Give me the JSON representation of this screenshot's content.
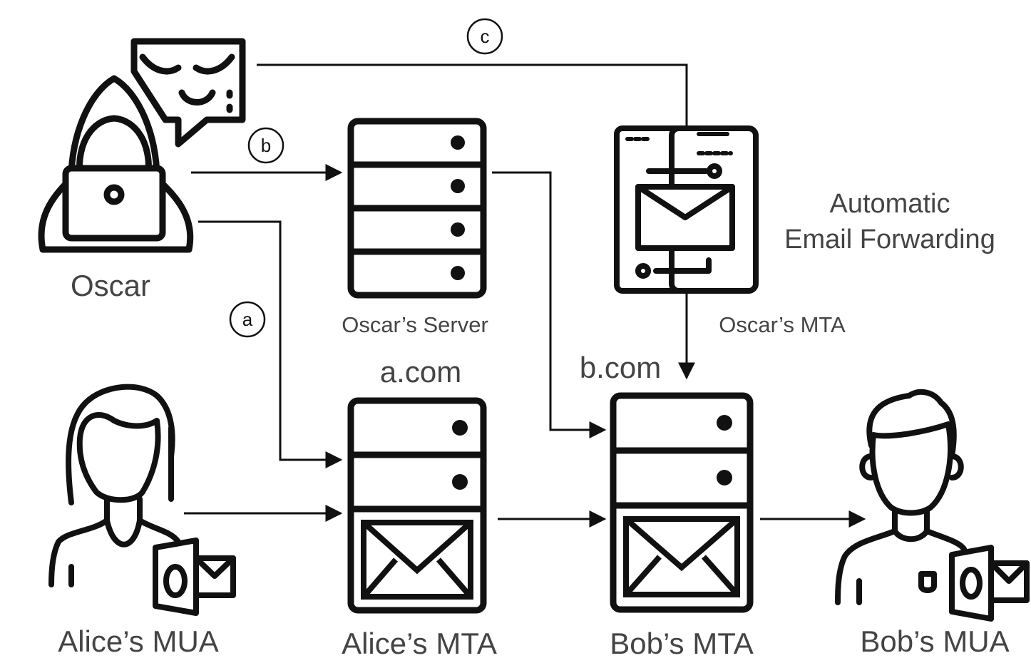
{
  "nodes": {
    "oscar": {
      "label": "Oscar",
      "icon": "hacker-with-laptop-icon"
    },
    "oscar_threat": {
      "icon": "evil-face-speech-bubble-icon"
    },
    "oscar_server": {
      "label": "Oscar’s Server",
      "icon": "server-rack-icon"
    },
    "oscar_mta": {
      "label": "Oscar’s MTA",
      "icon": "mobile-mail-forwarding-icon"
    },
    "forwarding": {
      "label_line1": "Automatic",
      "label_line2": "Email Forwarding"
    },
    "alice_mua": {
      "label": "Alice’s MUA",
      "icon": "woman-with-outlook-icon"
    },
    "alice_mta": {
      "label": "Alice’s MTA",
      "domain": "a.com",
      "icon": "mail-server-icon"
    },
    "bob_mta": {
      "label": "Bob’s MTA",
      "domain": "b.com",
      "icon": "mail-server-icon"
    },
    "bob_mua": {
      "label": "Bob’s MUA",
      "icon": "man-with-outlook-icon"
    }
  },
  "paths": {
    "a": {
      "marker": "a",
      "from": "oscar",
      "to": "alice_mta"
    },
    "b": {
      "marker": "b",
      "from": "oscar",
      "to": "oscar_server"
    },
    "c": {
      "marker": "c",
      "from": "oscar",
      "to": "oscar_mta"
    }
  },
  "colors": {
    "ink": "#111111",
    "label": "#444444",
    "background": "#ffffff"
  }
}
